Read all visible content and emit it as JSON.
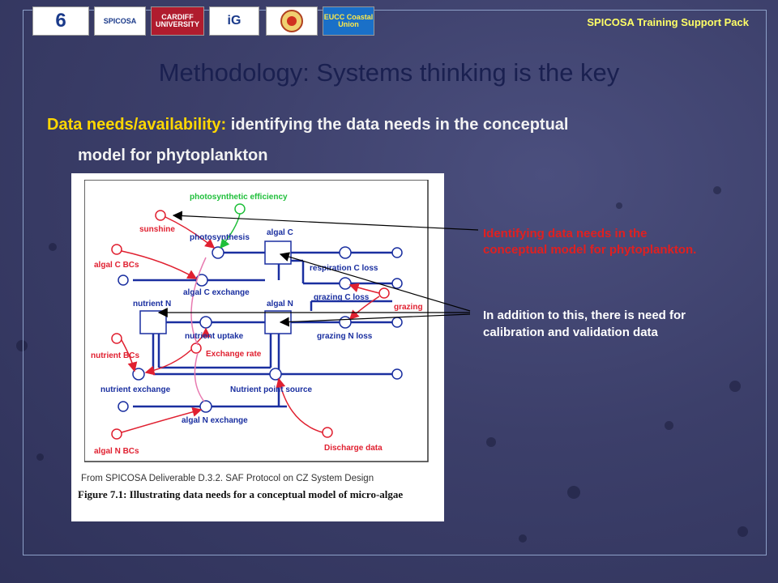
{
  "header": {
    "pack_title": "SPICOSA Training Support Pack",
    "logos": [
      {
        "name": "FP6",
        "text": "6"
      },
      {
        "name": "SPICOSA",
        "text": "SPICOSA"
      },
      {
        "name": "Cardiff University",
        "text": "CARDIFF UNIVERSITY"
      },
      {
        "name": "IGC",
        "text": "iG"
      },
      {
        "name": "University seal",
        "text": ""
      },
      {
        "name": "EUCC Coastal Union",
        "text": "EUCC Coastal Union"
      }
    ]
  },
  "slide": {
    "title": "Methodology: Systems thinking is the key",
    "subtitle_lead": "Data needs/availability:",
    "subtitle_rest_1": " identifying the data needs in the conceptual",
    "subtitle_rest_2": "model for phytoplankton",
    "note_red": "Identifying data needs in the conceptual model for phytoplankton.",
    "note_white": "In addition to this, there is need for calibration and validation data"
  },
  "figure": {
    "source": "From SPICOSA  Deliverable D.3.2. SAF Protocol on CZ System Design",
    "caption_label": "Figure 7.1:",
    "caption_text": " Illustrating data needs for a conceptual model of micro-algae",
    "labels": {
      "photosynthetic_efficiency": "photosynthetic  efficiency",
      "sunshine": "sunshine",
      "photosynthesis": "photosynthesis",
      "algal_c": "algal C",
      "algal_c_bcs": "algal C BCs",
      "respiration_c_loss": "respiration  C  loss",
      "algal_c_exchange": "algal C  exchange",
      "nutrient_n": "nutrient  N",
      "algal_n": "algal N",
      "grazing_c_loss": "grazing  C  loss",
      "grazing": "grazing",
      "nutrient_uptake": "nutrient  uptake",
      "grazing_n_loss": "grazing  N  loss",
      "nutrient_bcs": "nutrient  BCs",
      "exchange_rate": "Exchange rate",
      "nutrient_exchange": "nutrient  exchange",
      "nutrient_point_source": "Nutrient  point  source",
      "algal_n_exchange": "algal N  exchange",
      "algal_n_bcs": "algal N  BCs",
      "discharge_data": "Discharge  data"
    }
  },
  "colors": {
    "title": "#1a2050",
    "pack_title": "#ffff66",
    "subtitle_lead": "#ffd700",
    "note_red": "#e02020",
    "diagram_blue": "#1a2fa0",
    "diagram_red": "#e02030",
    "diagram_green": "#1fbf3a"
  }
}
